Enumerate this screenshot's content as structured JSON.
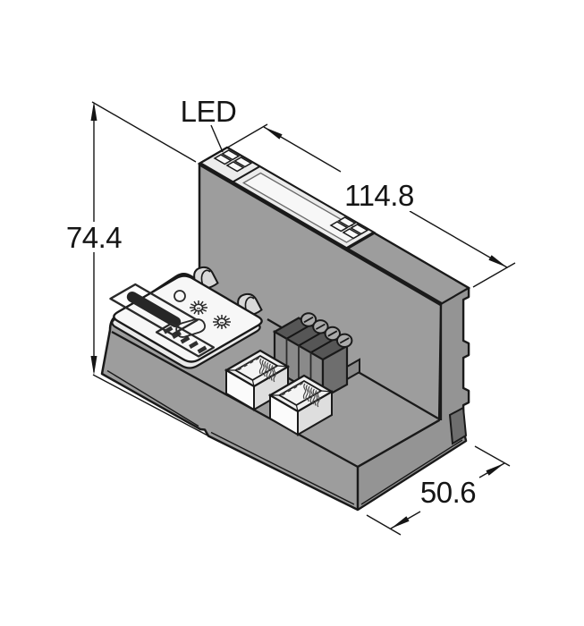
{
  "drawing": {
    "kind": "isometric-dimension-drawing",
    "labels": {
      "led": "LED"
    },
    "dimensions": {
      "height_mm": "74.4",
      "length_mm": "114.8",
      "depth_mm": "50.6"
    },
    "colors": {
      "background": "#ffffff",
      "body_gray": "#9d9d9d",
      "side_gray": "#949494",
      "terminal_block_gray": "#8a8a8a",
      "terminal_interior": "#565656",
      "connector_dark": "#6e6e6e",
      "label_strip_light": "#ececec",
      "panel_white": "#f7f7f7",
      "rj45_light": "#f0f0f0",
      "outline_ink": "#1a1a1a",
      "dimension_ink": "#151515"
    },
    "icon_names": [
      "led-window-grid-left",
      "led-window-grid-right",
      "indicator-dot-icon",
      "service-slot-icon",
      "rotary-switch-icon",
      "dip-switch-icon",
      "tag-icon",
      "mounting-clip",
      "rj45-port",
      "terminal-screw"
    ]
  }
}
